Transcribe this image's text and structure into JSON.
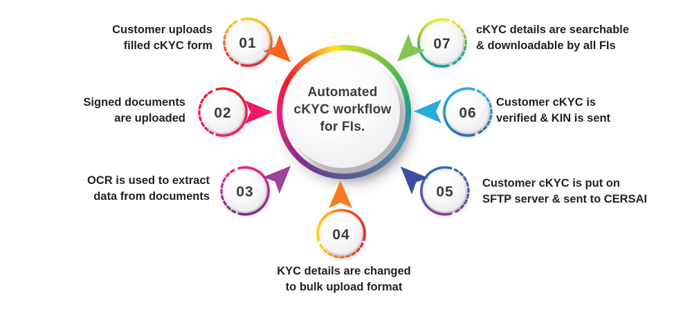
{
  "center": {
    "lines": [
      "Automated",
      "cKYC workflow",
      "for FIs."
    ]
  },
  "ring_colors": [
    "#c7da2c 0%",
    "#8dc63f 8%",
    "#50b848 16%",
    "#00a79d 25%",
    "#29abe2 33%",
    "#2d6cb5 41%",
    "#3c4a9f 48%",
    "#5b3a9b 55%",
    "#93278f 63%",
    "#c22a8c 69%",
    "#ec1e79 75%",
    "#ed1c24 83%",
    "#f26522 89%",
    "#faaf1e 94%",
    "#ffe81f 98%",
    "#c7da2c 100%"
  ],
  "steps": [
    {
      "number": "01",
      "lines": [
        "Customer uploads",
        "filled cKYC form"
      ],
      "arc_start": "#ffd215",
      "arc_mid": "#f26522",
      "arc_end": "#e8262d",
      "arrow_color": "#f26522"
    },
    {
      "number": "02",
      "lines": [
        "Signed documents",
        "are uploaded"
      ],
      "arc_start": "#ed1c24",
      "arc_mid": "#ed1d50",
      "arc_end": "#ec1e79",
      "arrow_color": "#ed1968"
    },
    {
      "number": "03",
      "lines": [
        "OCR is used to extract",
        "data from documents"
      ],
      "arc_start": "#ec1e79",
      "arc_mid": "#c02790",
      "arc_end": "#7b2e91",
      "arrow_color": "#9b4499"
    },
    {
      "number": "04",
      "lines": [
        "KYC details are changed",
        "to bulk upload format"
      ],
      "arc_start": "#ffd215",
      "arc_mid": "#f26522",
      "arc_end": "#e8262d",
      "arrow_color": "#f47b20"
    },
    {
      "number": "05",
      "lines": [
        "Customer cKYC is put on",
        "SFTP server & sent to CERSAI"
      ],
      "arc_start": "#2d6cb5",
      "arc_mid": "#5656a8",
      "arc_end": "#8b3f98",
      "arrow_color": "#3d4fa1"
    },
    {
      "number": "06",
      "lines": [
        "Customer cKYC is",
        "verified & KIN is sent"
      ],
      "arc_start": "#29abe2",
      "arc_mid": "#2b8ccc",
      "arc_end": "#2d6cb5",
      "arrow_color": "#29abe2"
    },
    {
      "number": "07",
      "lines": [
        "cKYC details are searchable",
        "& downloadable by all FIs"
      ],
      "arc_start": "#f5eb1e",
      "arc_mid": "#50b848",
      "arc_end": "#00a79d",
      "arrow_color": "#84c554"
    }
  ]
}
